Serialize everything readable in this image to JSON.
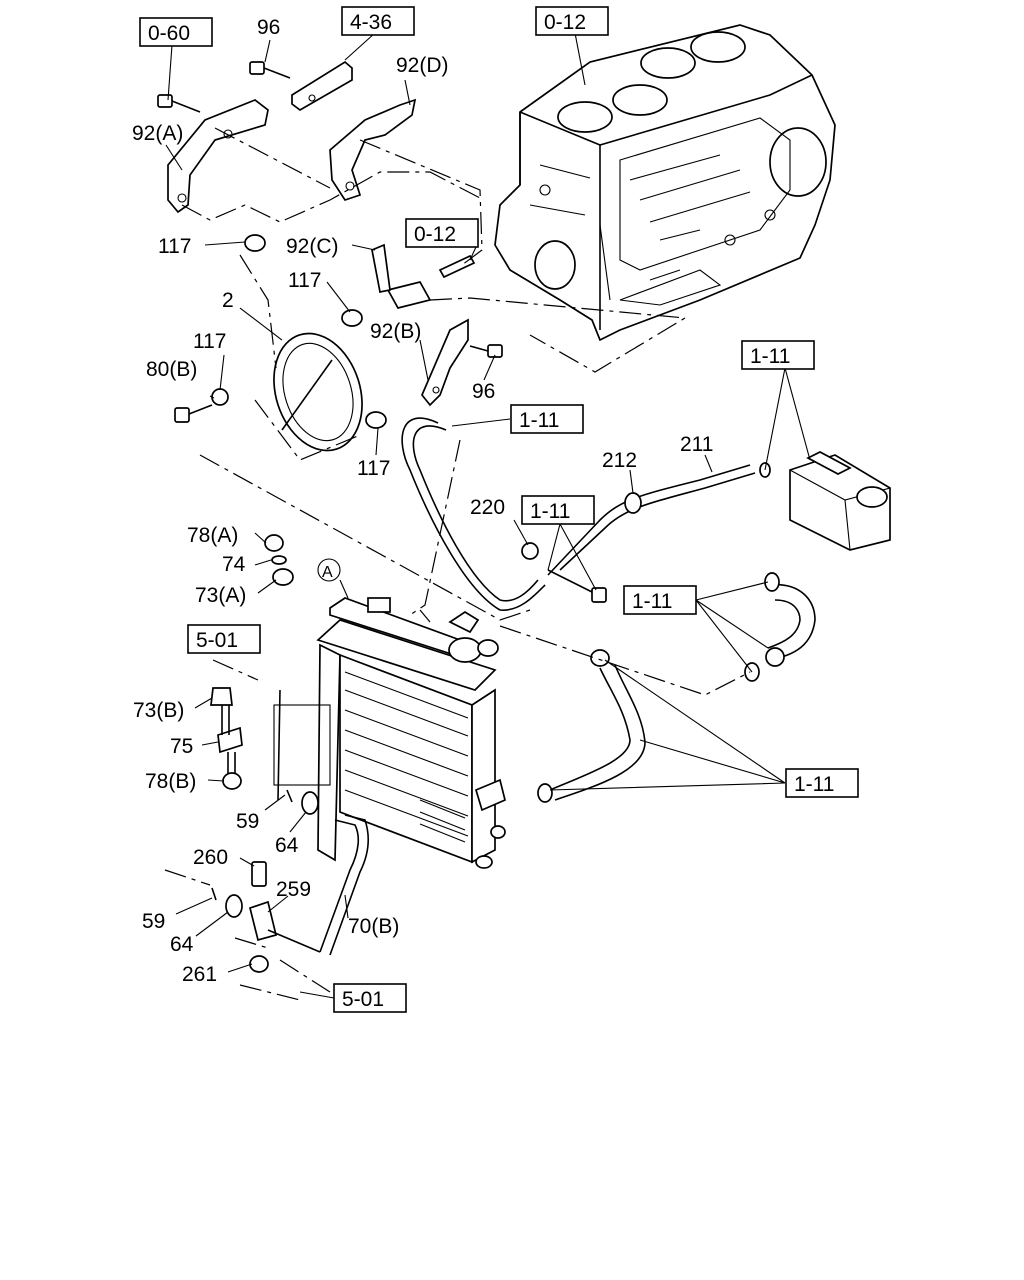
{
  "labels": {
    "l_96_top": "96",
    "l_92d": "92(D)",
    "l_92a": "92(A)",
    "l_117_a": "117",
    "l_92c": "92(C)",
    "l_117_b": "117",
    "l_2": "2",
    "l_92b": "92(B)",
    "l_117_c": "117",
    "l_80b": "80(B)",
    "l_96_mid": "96",
    "l_117_d": "117",
    "l_211": "211",
    "l_212": "212",
    "l_220": "220",
    "l_78a": "78(A)",
    "l_74": "74",
    "l_73a": "73(A)",
    "l_A": "A",
    "l_73b": "73(B)",
    "l_75": "75",
    "l_78b": "78(B)",
    "l_59_a": "59",
    "l_64_a": "64",
    "l_260": "260",
    "l_259": "259",
    "l_59_b": "59",
    "l_64_b": "64",
    "l_70b": "70(B)",
    "l_261": "261"
  },
  "refs": {
    "r_0_60": "0-60",
    "r_4_36": "4-36",
    "r_0_12_top": "0-12",
    "r_0_12_mid": "0-12",
    "r_1_11_a": "1-11",
    "r_1_11_b": "1-11",
    "r_1_11_c": "1-11",
    "r_1_11_d": "1-11",
    "r_5_01_a": "5-01",
    "r_1_11_e": "1-11",
    "r_5_01_b": "5-01"
  }
}
